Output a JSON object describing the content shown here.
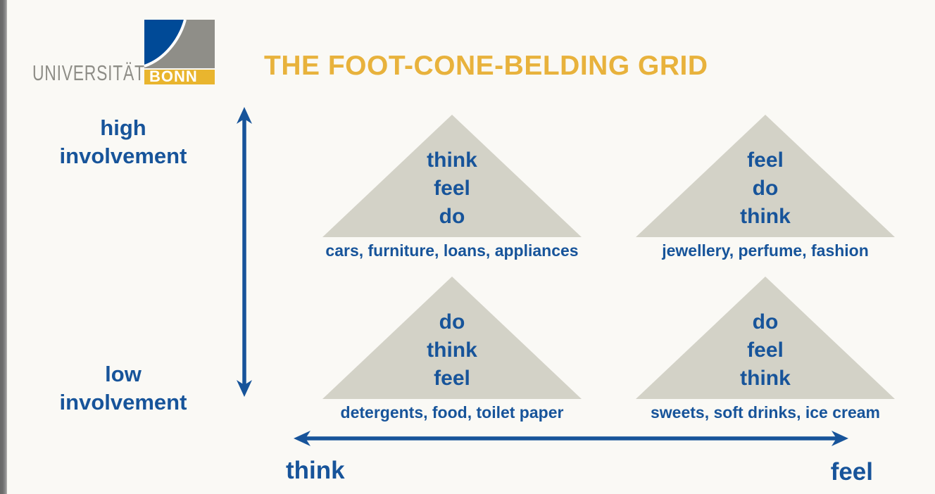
{
  "title": "THE FOOT-CONE-BELDING GRID",
  "logo": {
    "university": "UNIVERSITÄT",
    "city": "BONN"
  },
  "y_axis": {
    "top": [
      "high",
      "involvement"
    ],
    "bottom": [
      "low",
      "involvement"
    ]
  },
  "x_axis": {
    "left": "think",
    "right": "feel"
  },
  "quadrants": [
    {
      "position": "high-involvement-think",
      "sequence": [
        "think",
        "feel",
        "do"
      ],
      "examples": "cars, furniture, loans, appliances"
    },
    {
      "position": "high-involvement-feel",
      "sequence": [
        "feel",
        "do",
        "think"
      ],
      "examples": "jewellery, perfume, fashion"
    },
    {
      "position": "low-involvement-think",
      "sequence": [
        "do",
        "think",
        "feel"
      ],
      "examples": "detergents, food, toilet paper"
    },
    {
      "position": "low-involvement-feel",
      "sequence": [
        "do",
        "feel",
        "think"
      ],
      "examples": "sweets, soft drinks, ice cream"
    }
  ],
  "icons": {
    "logo_mark": "uni-bonn-curve-logo",
    "y_axis": "double-headed-vertical-arrow",
    "x_axis": "double-headed-horizontal-arrow"
  },
  "colors": {
    "background": "#FAF9F5",
    "accent_blue": "#17549A",
    "triangle_fill": "#D3D2C7",
    "title_gold": "#E8B23C",
    "logo_gold": "#E9B52E",
    "logo_blue": "#004A97",
    "logo_gray": "#8F8E88"
  }
}
